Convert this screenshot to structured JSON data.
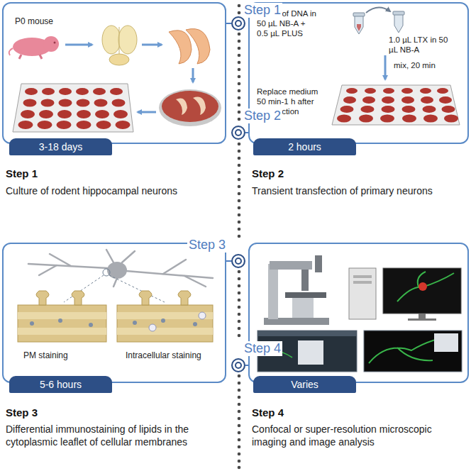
{
  "diagram": {
    "nodes": [
      {
        "text": [
          "P0 mouse",
          "Step 1",
          "Culture of rodent hippocampal neurons"
        ]
      },
      {
        "text": [
          "3-18 days"
        ],
        "in": 0
      },
      {
        "text": [
          "Step 1"
        ]
      },
      {
        "text": [
          "0.5 µg of DNA in 50 µL NB-A + 0.5 µL PLUS",
          "1.0 µL LTX in 50 µL NB-A",
          "mix, 20 min",
          "Replace medium 50 min-1 h after transfection",
          "Step 2",
          "Transient transfection of primary neurons"
        ]
      },
      {
        "text": [
          "2 hours"
        ],
        "in": 3
      },
      {
        "text": [
          "Step 2"
        ]
      },
      {
        "text": [
          "PM staining",
          "Intracellular staining",
          "Step 3",
          "Differential immunostaining of lipids in the cytoplasmic leaflet of cellular membranes"
        ]
      },
      {
        "text": [
          "5-6 hours"
        ],
        "in": 6
      },
      {
        "text": [
          "Step 3"
        ]
      },
      {
        "text": [
          "Step 4",
          "Confocal or super-resolution microscopic imaging and image analysis"
        ]
      },
      {
        "text": [
          "Varies"
        ],
        "in": 9
      },
      {
        "text": [
          "Step 4"
        ]
      }
    ],
    "edges": [
      {
        "from": 2,
        "to": 0,
        "arrow": "none"
      },
      {
        "from": 5,
        "to": 3,
        "arrow": "none"
      },
      {
        "from": 8,
        "to": 6,
        "arrow": "none"
      },
      {
        "from": 11,
        "to": 9,
        "arrow": "none"
      }
    ]
  }
}
